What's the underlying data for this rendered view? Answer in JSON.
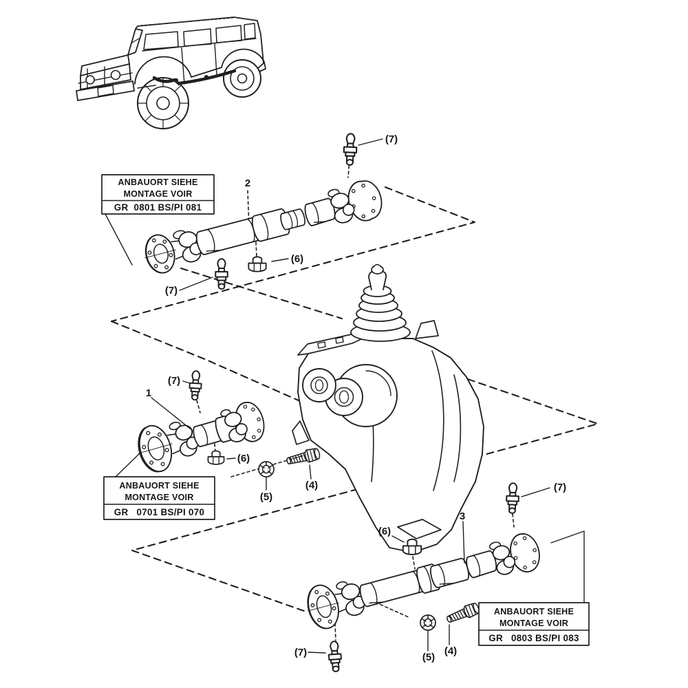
{
  "diagram_title": "propeller-shafts-exploded-view",
  "boxes": {
    "box_top": {
      "line1": "ANBAUORT SIEHE",
      "line2": "MONTAGE VOIR",
      "code": "GR  0801 BS/PI 081"
    },
    "box_middle": {
      "line1": "ANBAUORT SIEHE",
      "line2": "MONTAGE VOIR",
      "code": "GR   0701 BS/PI 070"
    },
    "box_bottom": {
      "line1": "ANBAUORT SIEHE",
      "line2": "MONTAGE VOIR",
      "code": "GR   0803 BS/PI 083"
    }
  },
  "callouts": {
    "shaft_front": "1",
    "shaft_middle": "2",
    "shaft_rear": "3",
    "bolt_ref": "(4)",
    "nut_ref": "(5)",
    "plug_ref": "(6)",
    "grease_fitting_ref": "(7)"
  },
  "colors": {
    "ink": "#1f1f1f",
    "background": "#ffffff"
  }
}
